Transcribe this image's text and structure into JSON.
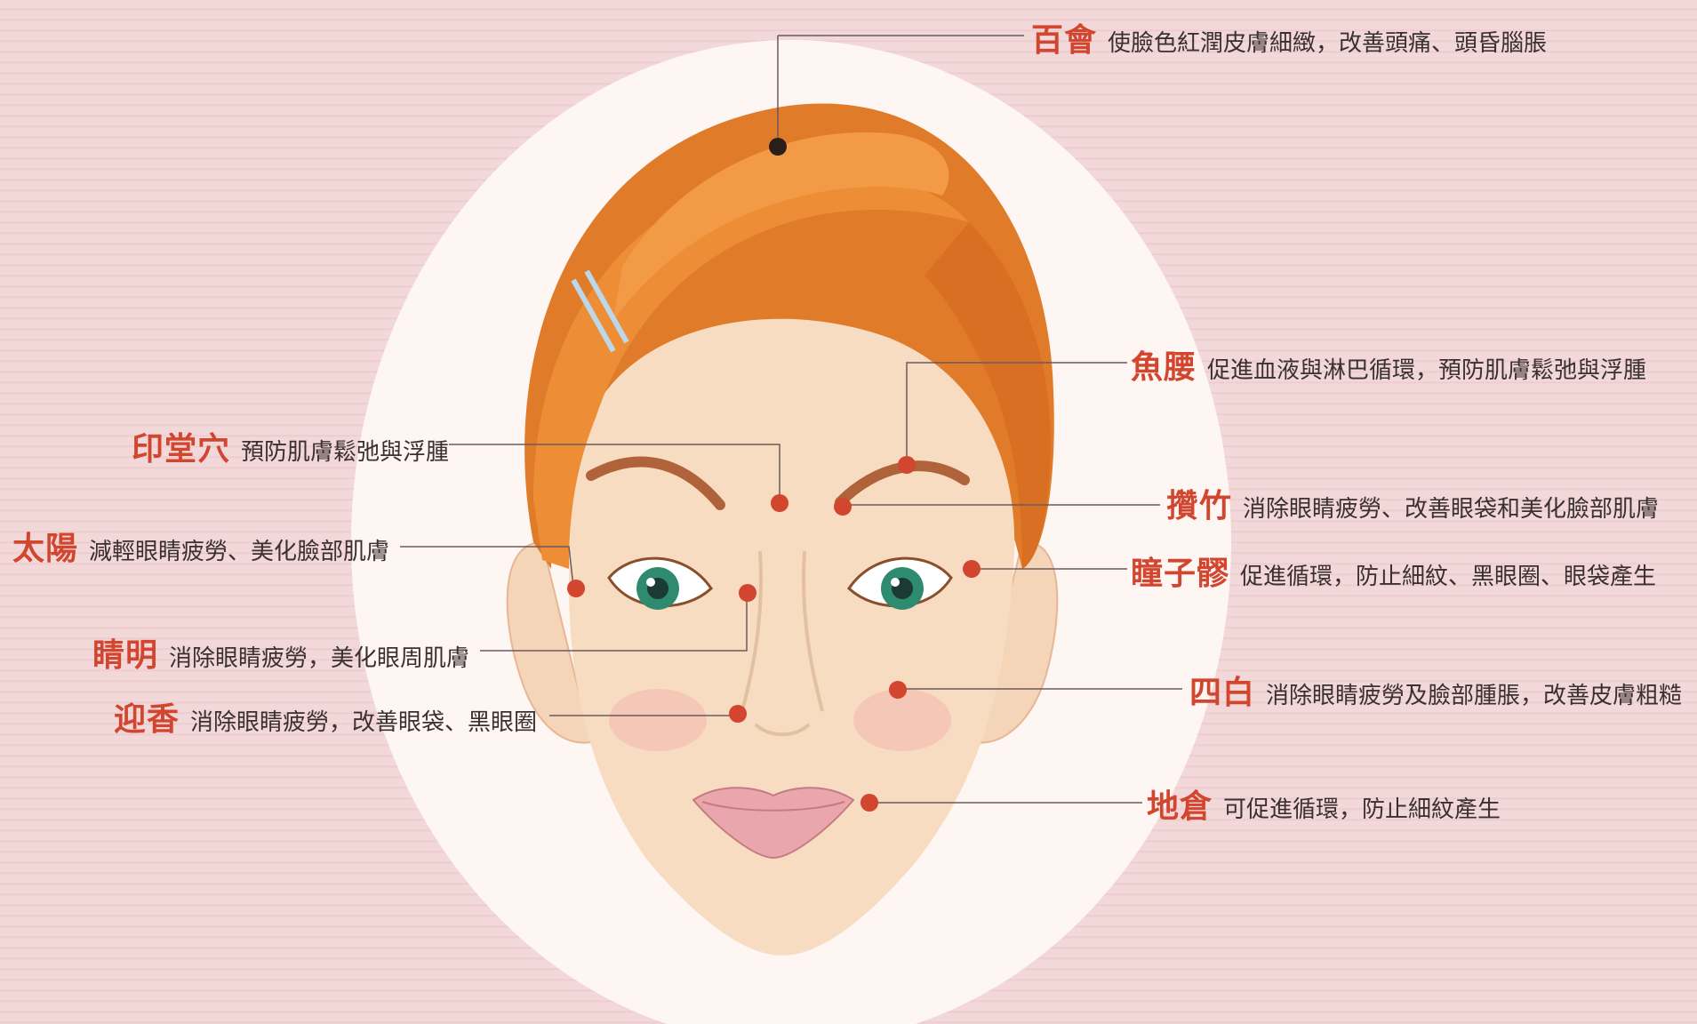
{
  "colors": {
    "point_red": "#d2452e",
    "label_red": "#d2452e",
    "text_dark": "#3b3030",
    "hair": "#e07b2a",
    "skin": "#f7dcc2",
    "background": "#f2d8d9"
  },
  "points": [
    {
      "id": "baihui",
      "name": "百會",
      "desc": "使臉色紅潤皮膚細緻，改善頭痛、頭昏腦脹"
    },
    {
      "id": "yuyao",
      "name": "魚腰",
      "desc": "促進血液與淋巴循環，預防肌膚鬆弛與浮腫"
    },
    {
      "id": "yintang",
      "name": "印堂穴",
      "desc": "預防肌膚鬆弛與浮腫"
    },
    {
      "id": "zanzhu",
      "name": "攢竹",
      "desc": "消除眼睛疲勞、改善眼袋和美化臉部肌膚"
    },
    {
      "id": "taiyang",
      "name": "太陽",
      "desc": "減輕眼睛疲勞、美化臉部肌膚"
    },
    {
      "id": "tongziliao",
      "name": "瞳子髎",
      "desc": "促進循環，防止細紋、黑眼圈、眼袋產生"
    },
    {
      "id": "jingming",
      "name": "睛明",
      "desc": "消除眼睛疲勞，美化眼周肌膚"
    },
    {
      "id": "sibai",
      "name": "四白",
      "desc": "消除眼睛疲勞及臉部腫脹，改善皮膚粗糙"
    },
    {
      "id": "yingxiang",
      "name": "迎香",
      "desc": "消除眼睛疲勞，改善眼袋、黑眼圈"
    },
    {
      "id": "dicang",
      "name": "地倉",
      "desc": "可促進循環，防止細紋產生"
    }
  ]
}
